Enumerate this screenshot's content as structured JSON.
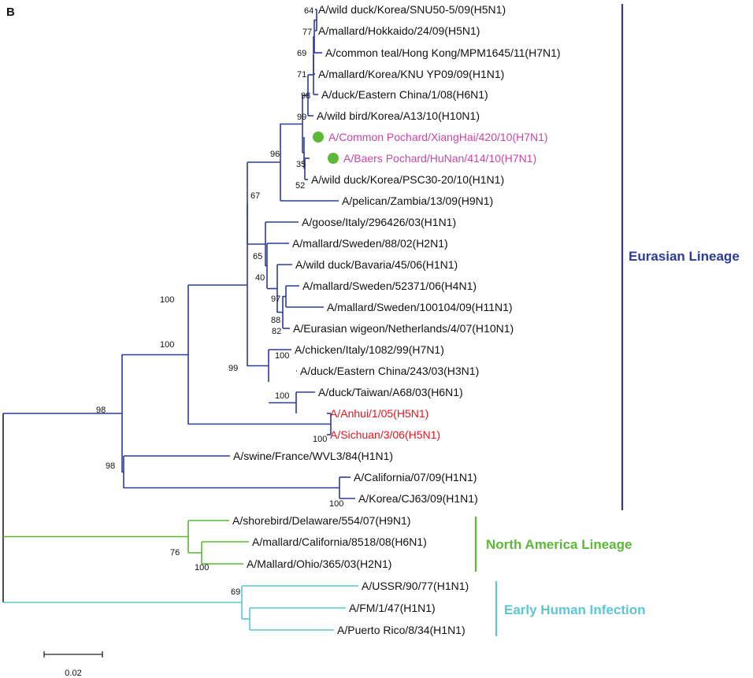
{
  "panel_label": "B",
  "scale_label": "0.02",
  "colors": {
    "eurasian": "#2b3b9a",
    "north_america": "#5cb836",
    "early_human": "#5cc6d4",
    "root": "#222222",
    "h5n1_highlight": "#e8141c",
    "h7n1_highlight": "#c846a6",
    "marker": "#5cb836",
    "text": "#111111"
  },
  "taxa": [
    "A/wild duck/Korea/SNU50-5/09(H5N1)",
    "A/mallard/Hokkaido/24/09(H5N1)",
    "A/common teal/Hong Kong/MPM1645/11(H7N1)",
    "A/mallard/Korea/KNU YP09/09(H1N1)",
    "A/duck/Eastern China/1/08(H6N1)",
    "A/wild bird/Korea/A13/10(H10N1)",
    "A/Common Pochard/XiangHai/420/10(H7N1)",
    "A/Baers Pochard/HuNan/414/10(H7N1)",
    "A/wild duck/Korea/PSC30-20/10(H1N1)",
    "A/pelican/Zambia/13/09(H9N1)",
    "A/goose/Italy/296426/03(H1N1)",
    "A/mallard/Sweden/88/02(H2N1)",
    "A/wild duck/Bavaria/45/06(H1N1)",
    "A/mallard/Sweden/52371/06(H4N1)",
    "A/mallard/Sweden/100104/09(H11N1)",
    "A/Eurasian wigeon/Netherlands/4/07(H10N1)",
    "A/chicken/Italy/1082/99(H7N1)",
    "A/duck/Eastern China/243/03(H3N1)",
    "A/duck/Taiwan/A68/03(H6N1)",
    "A/Anhui/1/05(H5N1)",
    "A/Sichuan/3/06(H5N1)",
    "A/swine/France/WVL3/84(H1N1)",
    "A/California/07/09(H1N1)",
    "A/Korea/CJ63/09(H1N1)",
    "A/shorebird/Delaware/554/07(H9N1)",
    "A/mallard/California/8518/08(H6N1)",
    "A/Mallard/Ohio/365/03(H2N1)",
    "A/USSR/90/77(H1N1)",
    "A/FM/1/47(H1N1)",
    "A/Puerto Rico/8/34(H1N1)"
  ],
  "bootstrap": [
    "64",
    "77",
    "69",
    "71",
    "98",
    "99",
    "35",
    "52",
    "96",
    "67",
    "65",
    "40",
    "97",
    "88",
    "82",
    "100",
    "100",
    "99",
    "100",
    "100",
    "98",
    "98",
    "100",
    "100",
    "76",
    "100",
    "69"
  ],
  "lineages": [
    "Eurasian Lineage",
    "North America Lineage",
    "Early Human Infection"
  ]
}
